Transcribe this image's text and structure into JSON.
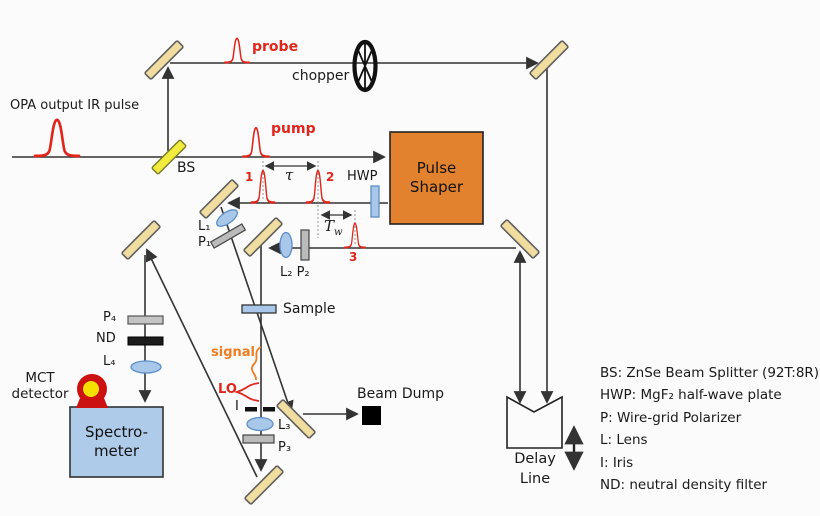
{
  "labels": {
    "opa": "OPA output IR pulse",
    "probe": "probe",
    "chopper": "chopper",
    "pump": "pump",
    "bs": "BS",
    "pulse1": "1",
    "pulse2": "2",
    "pulse3": "3",
    "tau": "τ",
    "tw_base": "T",
    "tw_sub": "w",
    "hwp": "HWP",
    "pulse_shaper_line1": "Pulse",
    "pulse_shaper_line2": "Shaper",
    "l1": "L₁",
    "p1": "P₁",
    "l2p2": "L₂ P₂",
    "sample": "Sample",
    "signal": "signal",
    "lo": "LO",
    "iris": "I",
    "l3": "L₃",
    "p3": "P₃",
    "beam_dump": "Beam Dump",
    "p4": "P₄",
    "nd": "ND",
    "l4": "L₄",
    "mct_line1": "MCT",
    "mct_line2": "detector",
    "spectrometer_line1": "Spectro-",
    "spectrometer_line2": "meter",
    "delay_line1": "Delay",
    "delay_line2": "Line"
  },
  "legend": {
    "items": [
      "BS: ZnSe Beam Splitter (92T:8R)",
      "HWP: MgF₂ half-wave plate",
      "P: Wire-grid Polarizer",
      "L: Lens",
      "I: Iris",
      "ND: neutral density filter"
    ]
  },
  "colors": {
    "beam": "#333333",
    "pulse_red": "#e1251b",
    "signal_orange": "#ee7d22",
    "mirror_fill": "#f2dda0",
    "beamsplitter_fill": "#f1ec3d",
    "lens_fill": "#a9c8e9",
    "polarizer_fill": "#bbbbbb",
    "nd_fill": "#1c1c1c",
    "box_blue": "#aecbe9",
    "box_orange": "#e2812e",
    "detector_red": "#cc1111",
    "detector_yellow": "#f5e000"
  }
}
